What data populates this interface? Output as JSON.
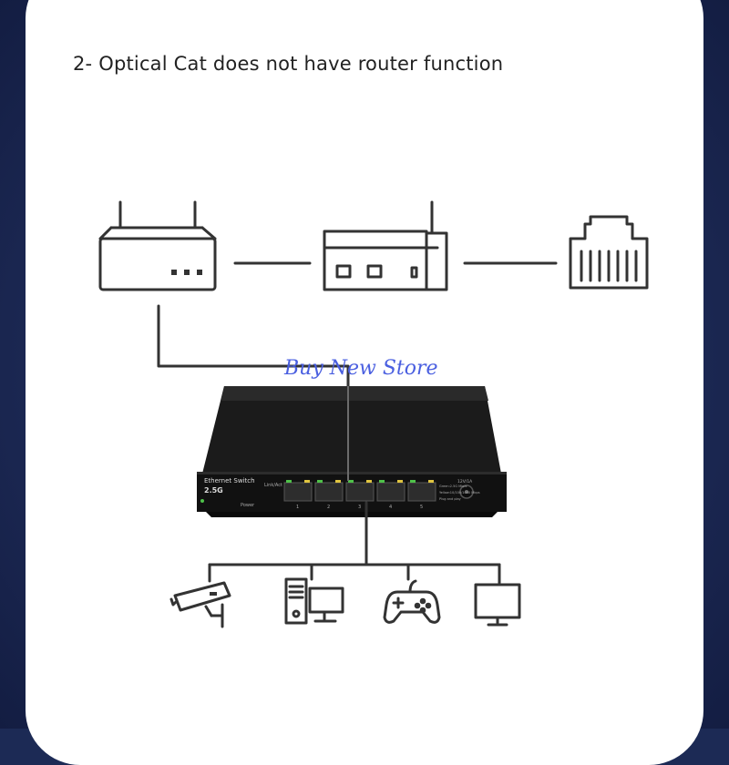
{
  "caption": "2- Optical Cat does not have router function",
  "watermark": "Buy New Store",
  "switch": {
    "brand_line1": "Ethernet Switch",
    "brand_line2": "2.5G",
    "power_label": "Power",
    "link_label": "Link/Act",
    "port_numbers": [
      "1",
      "2",
      "3",
      "4",
      "5"
    ],
    "speed_label_1": "Green:2.5G Mbps",
    "speed_label_2": "Yellow:10/100/1000 Mbps",
    "speed_label_3": "Plug and play",
    "dc_label": "12V/1A"
  },
  "colors": {
    "stroke": "#333333",
    "switch_body": "#141414",
    "led_green": "#4fc24a",
    "led_yellow": "#e0c540",
    "watermark": "#4a5fe0"
  },
  "icons": {
    "top_left": "router-icon",
    "top_middle": "optical-modem-icon",
    "top_right": "ethernet-port-icon",
    "bottom_1": "security-camera-icon",
    "bottom_2": "desktop-computer-icon",
    "bottom_3": "game-controller-icon",
    "bottom_4": "monitor-icon"
  }
}
